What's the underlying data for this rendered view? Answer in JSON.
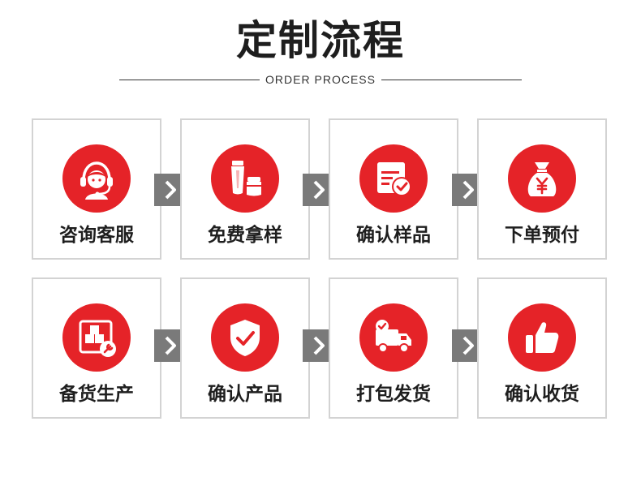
{
  "header": {
    "title": "定制流程",
    "subtitle": "ORDER PROCESS"
  },
  "colors": {
    "accent": "#e52328",
    "arrow": "#7a7a7a",
    "border": "#d3d3d3",
    "text": "#1e1e1e"
  },
  "steps": [
    {
      "label": "咨询客服",
      "icon": "customer-service-headset-icon"
    },
    {
      "label": "免费拿样",
      "icon": "cosmetic-samples-icon"
    },
    {
      "label": "确认样品",
      "icon": "confirm-document-icon"
    },
    {
      "label": "下单预付",
      "icon": "money-bag-yuan-icon"
    },
    {
      "label": "备货生产",
      "icon": "production-boxes-icon"
    },
    {
      "label": "确认产品",
      "icon": "shield-check-icon"
    },
    {
      "label": "打包发货",
      "icon": "delivery-truck-icon"
    },
    {
      "label": "确认收货",
      "icon": "thumbs-up-icon"
    }
  ],
  "arrow_glyph": "›"
}
